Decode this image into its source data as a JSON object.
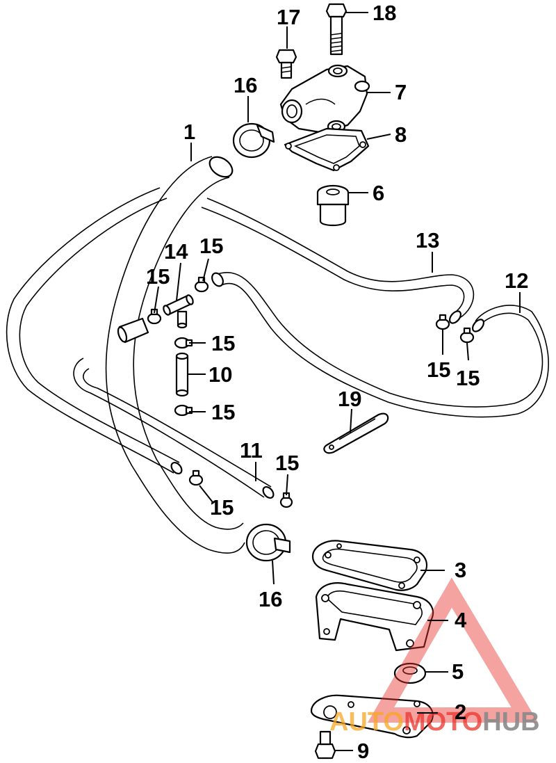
{
  "callouts": {
    "p1": "1",
    "p2": "2",
    "p3": "3",
    "p4": "4",
    "p5": "5",
    "p6": "6",
    "p7": "7",
    "p8": "8",
    "p9": "9",
    "p10": "10",
    "p11": "11",
    "p12": "12",
    "p13": "13",
    "p14": "14",
    "p15a": "15",
    "p15b": "15",
    "p15c": "15",
    "p15d": "15",
    "p15e": "15",
    "p15f": "15",
    "p15g": "15",
    "p15h": "15",
    "p16a": "16",
    "p16b": "16",
    "p17": "17",
    "p18": "18",
    "p19": "19"
  },
  "watermark": {
    "part1": "AUTO",
    "part2": "MOTO",
    "part3": "HUB",
    "colors": {
      "auto": "#f5a623",
      "moto": "#e8342c",
      "hub": "#8a8a8a",
      "triangle": "#e8342c"
    }
  }
}
